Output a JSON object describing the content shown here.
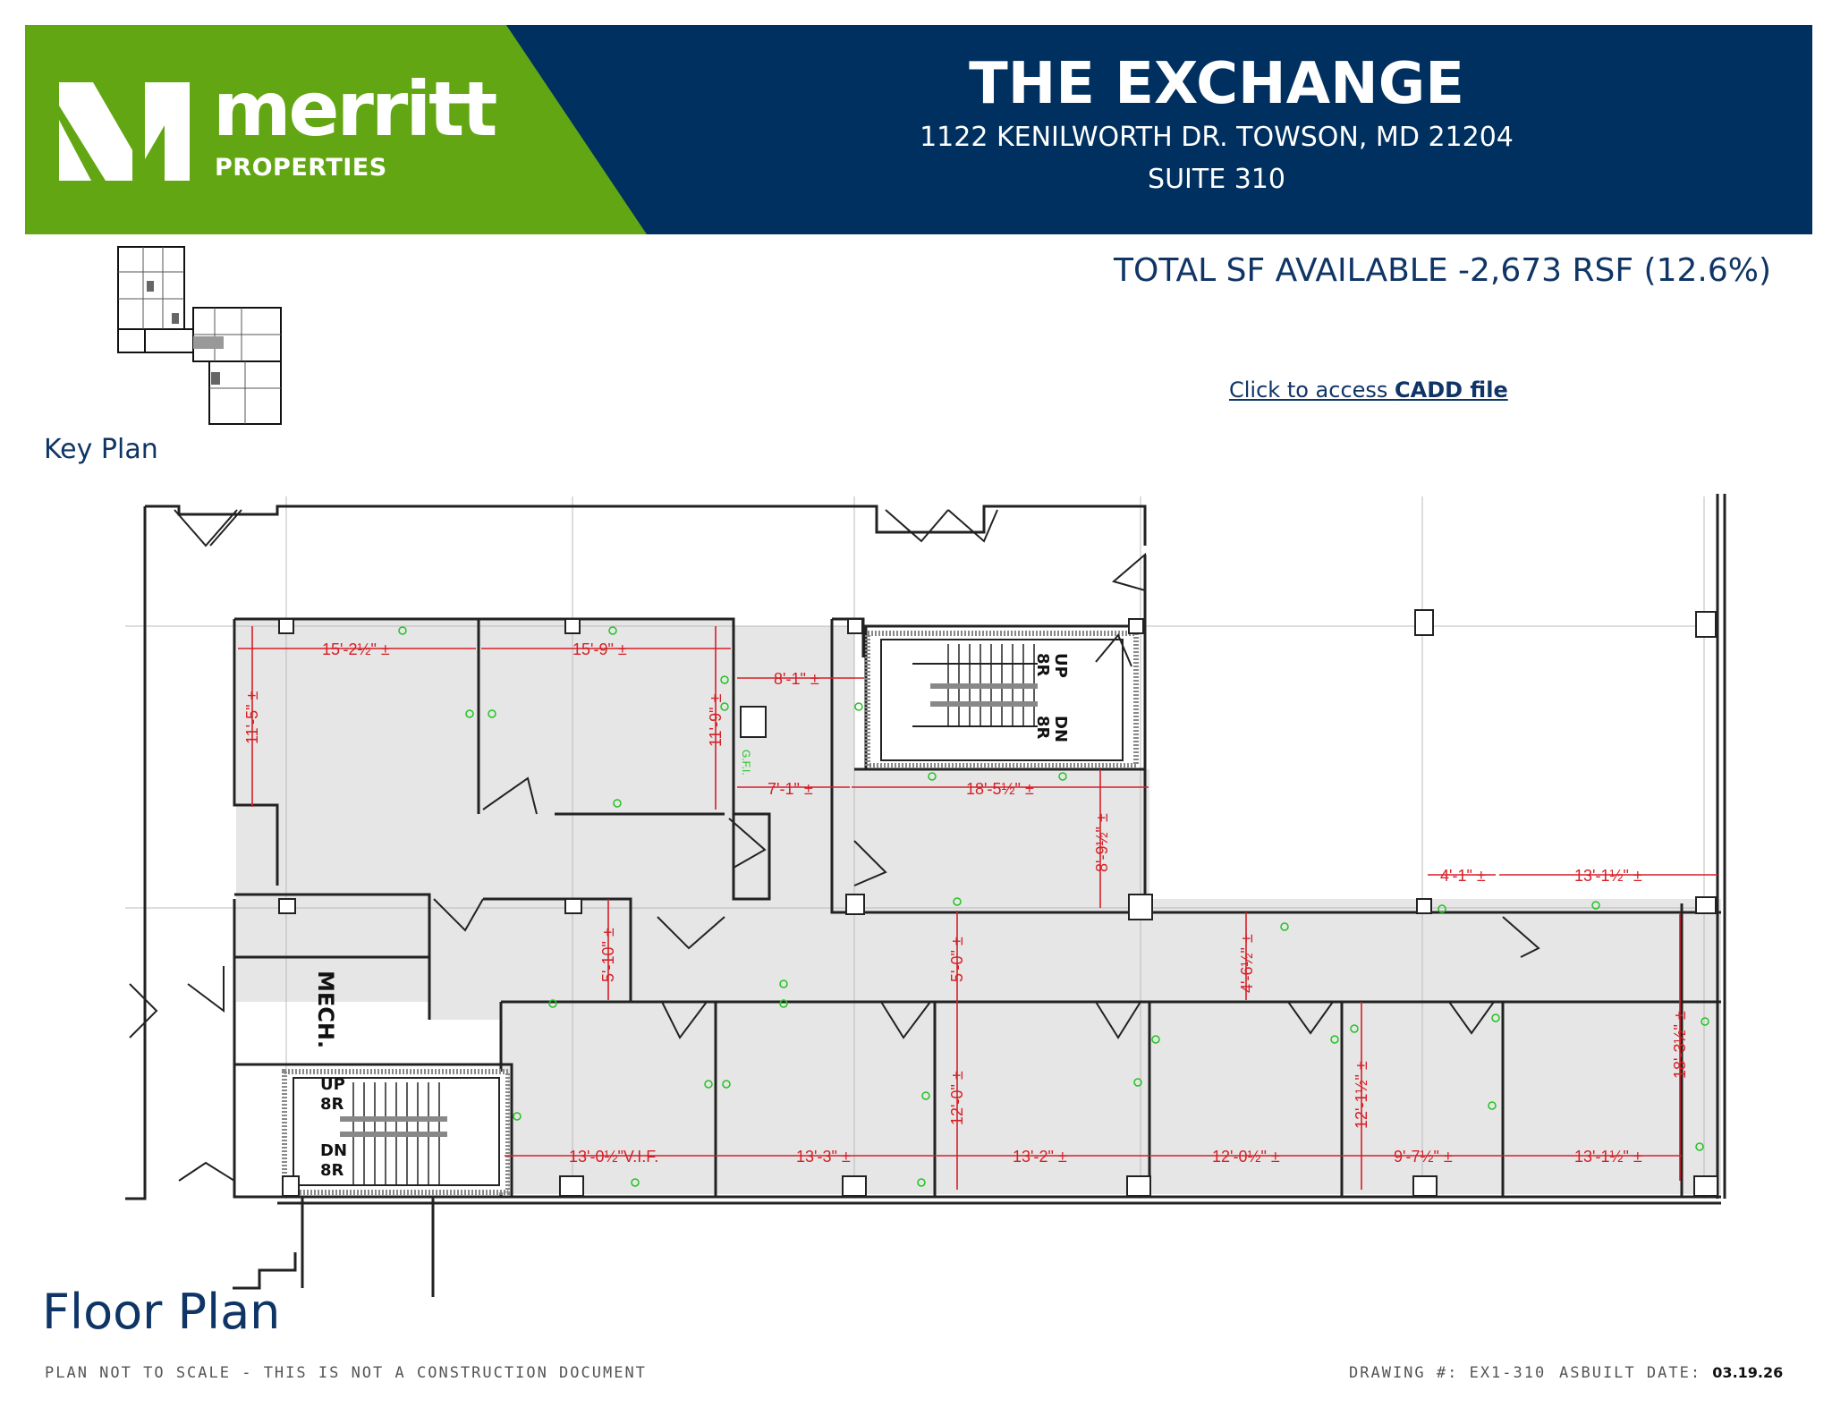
{
  "colors": {
    "green": "#62a713",
    "navy": "#00305f",
    "dim_red": "#d61f26",
    "text_navy": "#0f3566",
    "fixture_green": "#22c322"
  },
  "brand": {
    "word": "merritt",
    "sub": "PROPERTIES",
    "logo_icon": "merritt-m-icon"
  },
  "header": {
    "title": "THE EXCHANGE",
    "address": "1122 KENILWORTH DR.  TOWSON, MD  21204",
    "suite": "SUITE 310"
  },
  "total_sf": "TOTAL SF AVAILABLE -2,673 RSF (12.6%)",
  "cadd_link": {
    "prefix": "Click to access ",
    "bold": "CADD file"
  },
  "key_plan_label": "Key Plan",
  "floor_plan_title": "Floor Plan",
  "plan": {
    "mech_label": "MECH.",
    "stairs": {
      "up": "UP",
      "dn": "DN",
      "risers": "8R"
    },
    "gfi_label": "G.F.I.",
    "dimensions": {
      "d1": "15'-2½\" ±",
      "d2": "15'-9\" ±",
      "d3": "8'-1\" ±",
      "d4": "11'-5\" ±",
      "d5": "11'-9\" ±",
      "d6": "7'-1\" ±",
      "d7": "18'-5½\" ±",
      "d8": "8'-9½\" ±",
      "d9": "4'-1\" ±",
      "d10": "13'-1½\" ±",
      "d11": "5'-10\" ±",
      "d12": "5'-0\" ±",
      "d13": "4'-6½\" ±",
      "d14": "12'-0\" ±",
      "d15": "12'-1½\" ±",
      "d16": "18'-3½\" ±",
      "d17": "13'-0½\"V.I.F.",
      "d18": "13'-3\" ±",
      "d19": "13'-2\" ±",
      "d20": "12'-0½\" ±",
      "d21": "9'-7½\" ±",
      "d22": "13'-1½\" ±"
    }
  },
  "footer": {
    "disclaimer": "PLAN NOT TO SCALE - THIS IS NOT A CONSTRUCTION DOCUMENT",
    "drawing": "DRAWING #: EX1-310",
    "asbuilt_label": "ASBUILT DATE: ",
    "asbuilt_date": "03.19.26"
  }
}
